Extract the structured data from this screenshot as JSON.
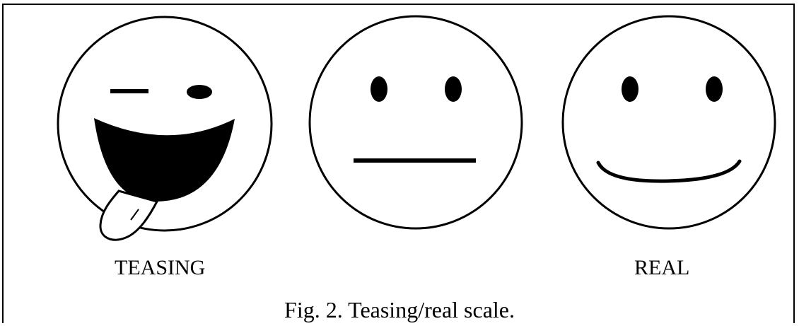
{
  "figure": {
    "faces": [
      {
        "expression": "teasing-wink-tongue"
      },
      {
        "expression": "neutral"
      },
      {
        "expression": "smile"
      }
    ],
    "scale_left_label": "TEASING",
    "scale_right_label": "REAL",
    "caption": "Fig. 2.  Teasing/real scale."
  }
}
